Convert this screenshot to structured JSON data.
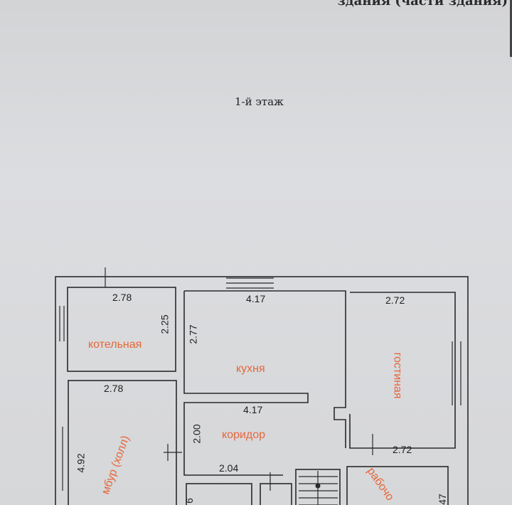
{
  "document": {
    "header_partial": "здания (части здания)",
    "floor_title": "1-й этаж"
  },
  "rooms": {
    "boiler": "котельная",
    "kitchen": "кухня",
    "living": "гостиная",
    "corridor": "коридор",
    "vestibule": "мбур (холл)",
    "work": "рабочо"
  },
  "dimensions": {
    "boiler_width": "2.78",
    "boiler_depth": "2.25",
    "kitchen_width": "4.17",
    "kitchen_depth": "2.77",
    "living_width": "2.72",
    "vestibule_width": "2.78",
    "vestibule_depth": "4.92",
    "corridor_width": "4.17",
    "corridor_depth": "2.00",
    "work_width": "2.72",
    "small_room_width": "2.04",
    "edge_left": "6",
    "edge_right": "47"
  },
  "colors": {
    "paper": "#d9dadb",
    "line": "#2a2a2a",
    "annotation": "#e8663a"
  }
}
